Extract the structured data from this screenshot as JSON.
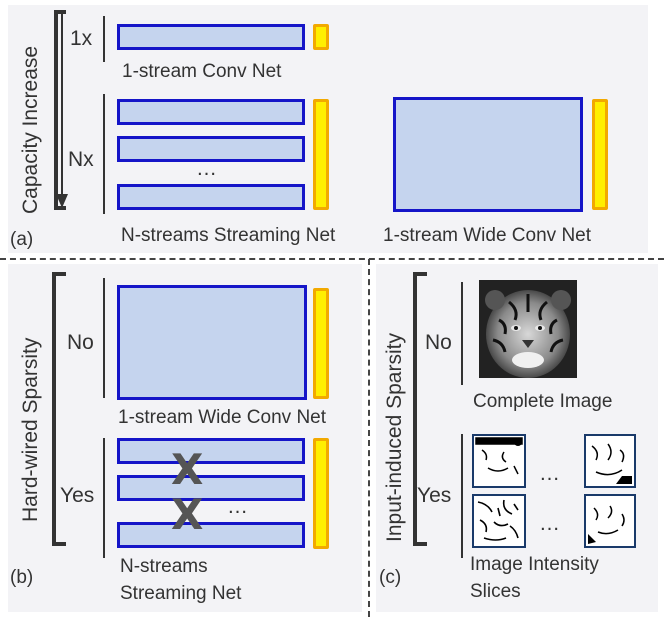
{
  "panel_a": {
    "axis_label": "Capacity Increase",
    "rows": [
      "1x",
      "Nx"
    ],
    "captions": {
      "one_stream": "1-stream Conv Net",
      "n_streams": "N-streams Streaming Net",
      "wide": "1-stream Wide Conv Net"
    },
    "ellipsis": "…",
    "tag": "(a)"
  },
  "panel_b": {
    "axis_label": "Hard-wired Sparsity",
    "rows": [
      "No",
      "Yes"
    ],
    "captions": {
      "wide": "1-stream Wide Conv Net",
      "n_streams_line1": "N-streams",
      "n_streams_line2": "Streaming Net"
    },
    "cross": "X",
    "ellipsis": "…",
    "tag": "(b)"
  },
  "panel_c": {
    "axis_label": "Input-induced Sparsity",
    "rows": [
      "No",
      "Yes"
    ],
    "captions": {
      "complete": "Complete Image",
      "slices_line1": "Image Intensity",
      "slices_line2": "Slices"
    },
    "ellipsis": "…",
    "tag": "(c)"
  },
  "colors": {
    "stream_fill": "#c5d4ee",
    "stream_border": "#1515c8",
    "classifier_fill": "#ffef00",
    "classifier_border": "#f2a900"
  }
}
